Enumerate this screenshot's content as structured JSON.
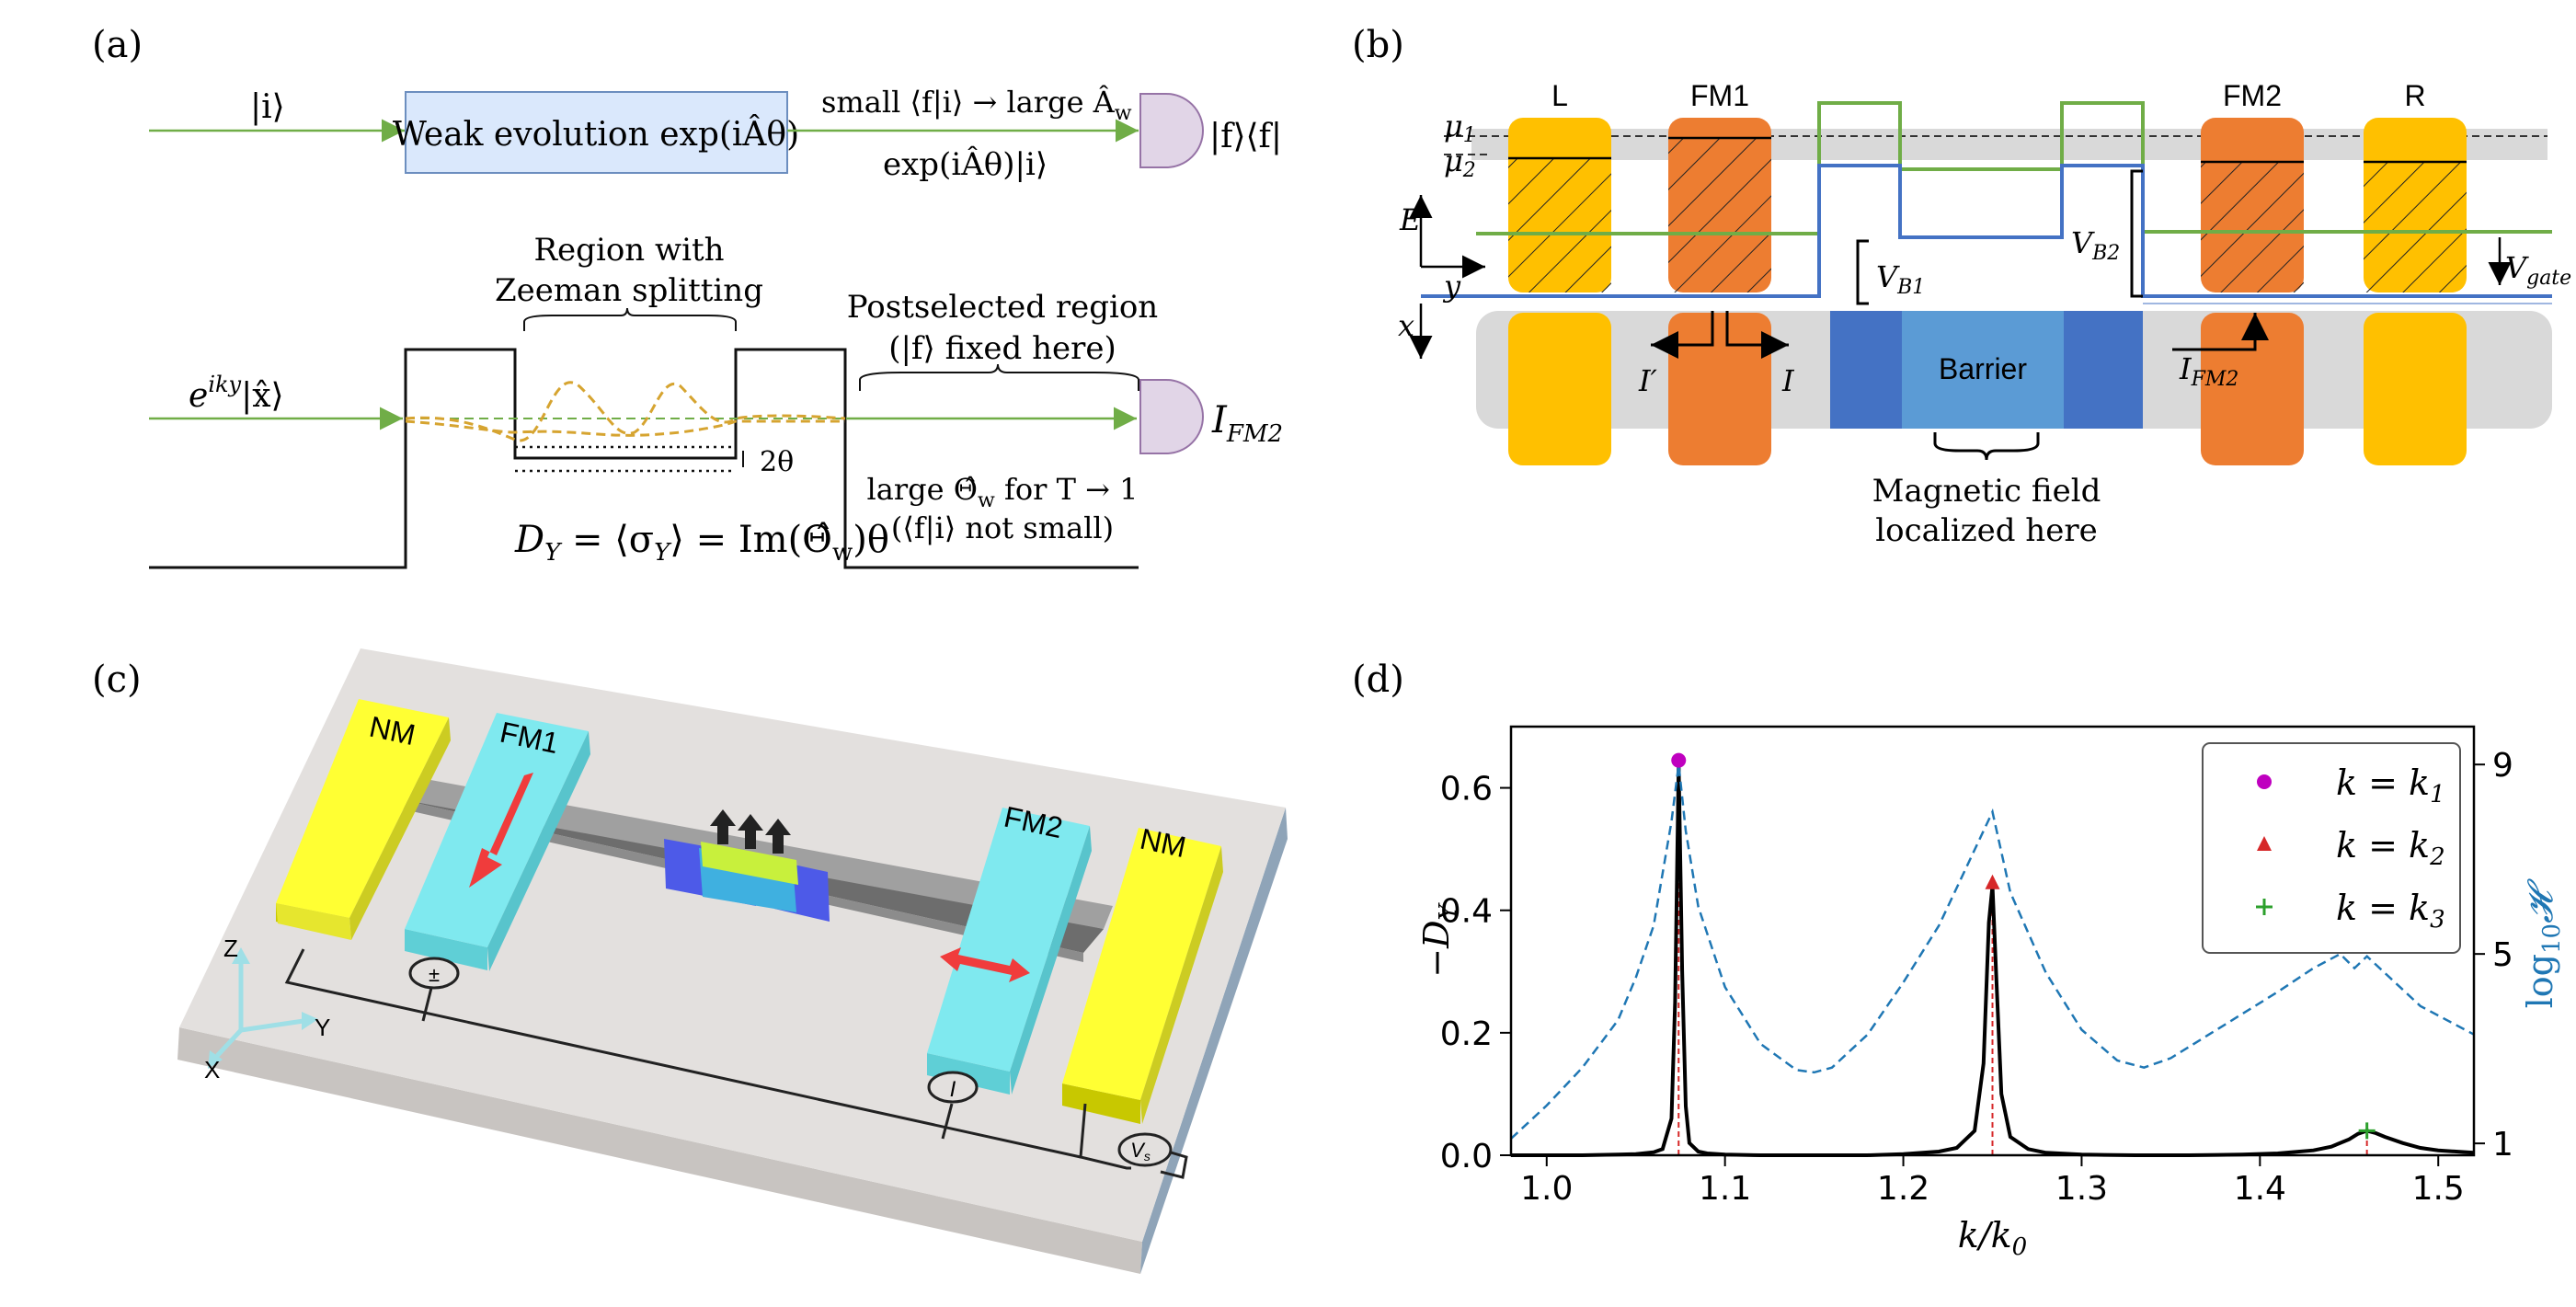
{
  "panel_a": {
    "label": "(a)",
    "ket_i": "|i⟩",
    "weak_box": "Weak evolution exp(iÂθ)",
    "small_overlap": "small ⟨f|i⟩ → large Â",
    "small_overlap_sub": "w",
    "evolved_state": "exp(iÂθ)|i⟩",
    "projector": "|f⟩⟨f|",
    "incoming": "e",
    "incoming_sup": "iky",
    "incoming_tail": "|x̂⟩",
    "zeeman_line1": "Region with",
    "zeeman_line2": "Zeeman splitting",
    "post_line1": "Postselected region",
    "post_line2": "(|f⟩ fixed here)",
    "two_theta": "2θ",
    "detector_I": "I",
    "detector_sub": "FM2",
    "large_theta": "large Θ̂",
    "large_theta_sub": "w",
    "large_theta_tail": " for T → 1",
    "not_small": "(⟨f|i⟩ not small)",
    "eq_D": "D",
    "eq_D_sub": "Y",
    "eq_rest": " = ⟨σ",
    "eq_sigma_sub": "Y",
    "eq_tail": "⟩ = Im(Θ̂",
    "eq_w_sub": "w",
    "eq_end": ")θ"
  },
  "panel_b": {
    "label": "(b)",
    "L": "L",
    "FM1": "FM1",
    "FM2": "FM2",
    "R": "R",
    "mu1": "μ",
    "mu1_sub": "1",
    "mu2": "μ",
    "mu2_sub": "2",
    "E": "E",
    "y": "y",
    "x": "x",
    "VB1": "V",
    "VB1_sub": "B1",
    "VB2": "V",
    "VB2_sub": "B2",
    "Vgate": "V",
    "Vgate_sub": "gate",
    "Iprime": "I′",
    "I": "I",
    "IFM2": "I",
    "IFM2_sub": "FM2",
    "barrier": "Barrier",
    "mag_line1": "Magnetic field",
    "mag_line2": "localized here",
    "colors": {
      "orange": "#ed7d31",
      "gold": "#ffc000",
      "blue_dark": "#4472c4",
      "blue_light": "#5b9bd5",
      "green": "#70ad47",
      "gray": "#d9d9d9"
    }
  },
  "panel_c": {
    "label": "(c)",
    "NM_left": "NM",
    "FM1": "FM1",
    "FM2": "FM2",
    "NM_right": "NM",
    "axis_z": "Z",
    "axis_y": "Y",
    "axis_x": "X",
    "meter_plusminus": "±",
    "meter_I": "I",
    "meter_V": "V",
    "meter_V_sub": "s",
    "arrow_icons": [
      "red-arrow-icon",
      "red-double-arrow-icon",
      "spin-up-arrow-icon"
    ],
    "colors": {
      "yellow": "#ffff33",
      "cyan": "#7fe9ef",
      "red": "#f03c3c",
      "lime": "#c8f03c",
      "blue": "#4d5ae8",
      "bar": "#8c8c8c",
      "slab": "#e3e0de"
    }
  },
  "panel_d": {
    "label": "(d)",
    "chart_data": {
      "type": "line",
      "xlabel": "k/k",
      "xlabel_sub": "0",
      "ylabel_left": "−D",
      "ylabel_left_sub": "Y",
      "ylabel_right": "log",
      "ylabel_right_sub": "10",
      "ylabel_right_tail": "𝓗",
      "xlim": [
        0.98,
        1.52
      ],
      "ylim_left": [
        0,
        0.7
      ],
      "ylim_right": [
        0.75,
        9.8
      ],
      "xticks": [
        "1.0",
        "1.1",
        "1.2",
        "1.3",
        "1.4",
        "1.5"
      ],
      "xtick_values": [
        1.0,
        1.1,
        1.2,
        1.3,
        1.4,
        1.5
      ],
      "yticks_left": [
        "0.0",
        "0.2",
        "0.4",
        "0.6"
      ],
      "ytick_left_values": [
        0.0,
        0.2,
        0.4,
        0.6
      ],
      "yticks_right": [
        "1",
        "5",
        "9"
      ],
      "ytick_right_values": [
        1,
        5,
        9
      ],
      "legend_placement": "top-right",
      "grid": false,
      "series": [
        {
          "style": "solid",
          "color": "#000000",
          "x": [
            0.98,
            1.0,
            1.02,
            1.04,
            1.05,
            1.06,
            1.065,
            1.07,
            1.072,
            1.074,
            1.076,
            1.078,
            1.08,
            1.085,
            1.09,
            1.1,
            1.12,
            1.15,
            1.18,
            1.2,
            1.22,
            1.23,
            1.24,
            1.245,
            1.248,
            1.25,
            1.252,
            1.255,
            1.26,
            1.27,
            1.28,
            1.3,
            1.33,
            1.36,
            1.39,
            1.41,
            1.43,
            1.44,
            1.45,
            1.455,
            1.46,
            1.465,
            1.47,
            1.48,
            1.49,
            1.5,
            1.52
          ],
          "y": [
            0.0,
            0.0,
            0.0,
            0.001,
            0.002,
            0.005,
            0.01,
            0.06,
            0.25,
            0.64,
            0.3,
            0.08,
            0.02,
            0.006,
            0.003,
            0.001,
            0.0,
            0.0,
            0.0,
            0.002,
            0.006,
            0.012,
            0.04,
            0.15,
            0.38,
            0.44,
            0.3,
            0.1,
            0.03,
            0.01,
            0.004,
            0.001,
            0.0,
            0.0,
            0.001,
            0.003,
            0.008,
            0.014,
            0.026,
            0.035,
            0.04,
            0.036,
            0.03,
            0.02,
            0.012,
            0.008,
            0.004
          ]
        },
        {
          "style": "dashed",
          "color": "#1f77b4",
          "axis": "right",
          "x": [
            0.98,
            1.0,
            1.02,
            1.04,
            1.05,
            1.06,
            1.07,
            1.074,
            1.078,
            1.085,
            1.1,
            1.12,
            1.14,
            1.15,
            1.16,
            1.18,
            1.2,
            1.22,
            1.24,
            1.25,
            1.26,
            1.28,
            1.3,
            1.32,
            1.335,
            1.35,
            1.38,
            1.41,
            1.43,
            1.445,
            1.453,
            1.46,
            1.47,
            1.49,
            1.51,
            1.52
          ],
          "y": [
            1.1,
            1.8,
            2.6,
            3.6,
            4.5,
            5.6,
            7.8,
            9.0,
            7.6,
            6.0,
            4.3,
            3.1,
            2.55,
            2.5,
            2.6,
            3.3,
            4.4,
            5.6,
            7.2,
            8.0,
            6.3,
            4.6,
            3.4,
            2.75,
            2.6,
            2.8,
            3.5,
            4.2,
            4.7,
            5.0,
            4.7,
            4.95,
            4.6,
            3.9,
            3.5,
            3.3
          ]
        }
      ],
      "vlines": [
        1.074,
        1.25,
        1.46
      ],
      "markers": [
        {
          "x": 1.074,
          "y": 0.645,
          "symbol": "circle",
          "color": "#bf00bf"
        },
        {
          "x": 1.25,
          "y": 0.445,
          "symbol": "triangle",
          "color": "#d62728"
        },
        {
          "x": 1.46,
          "y": 0.04,
          "symbol": "plus",
          "color": "#2ca02c"
        }
      ],
      "legend": [
        {
          "label": "k = k",
          "sub": "1",
          "symbol": "circle",
          "color": "#bf00bf"
        },
        {
          "label": "k = k",
          "sub": "2",
          "symbol": "triangle",
          "color": "#d62728"
        },
        {
          "label": "k = k",
          "sub": "3",
          "symbol": "plus",
          "color": "#2ca02c"
        }
      ]
    }
  }
}
